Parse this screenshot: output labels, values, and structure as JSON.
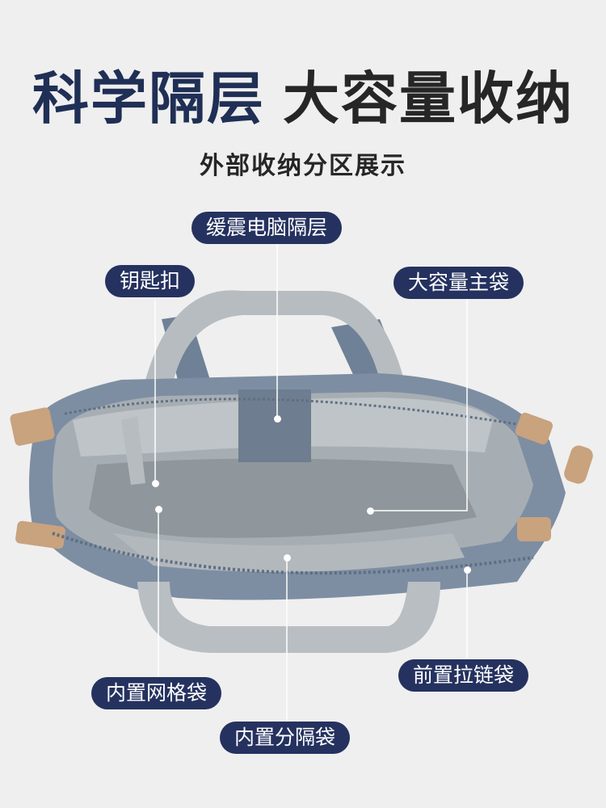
{
  "header": {
    "title_part1": "科学隔层",
    "title_part2": "大容量收纳",
    "subtitle": "外部收纳分区展示"
  },
  "callouts": {
    "laptop_sleeve": "缓震电脑隔层",
    "key_clip": "钥匙扣",
    "main_pocket": "大容量主袋",
    "mesh_pocket": "内置网格袋",
    "divider_pocket": "内置分隔袋",
    "front_zipper": "前置拉链袋"
  },
  "colors": {
    "label_bg": "#25325f",
    "title_blue": "#1f2f55",
    "bag_body": "#7d8ea3",
    "lining": "#a7aeb3",
    "straps": "#b9bec3",
    "leather_tab": "#c9a27e"
  }
}
